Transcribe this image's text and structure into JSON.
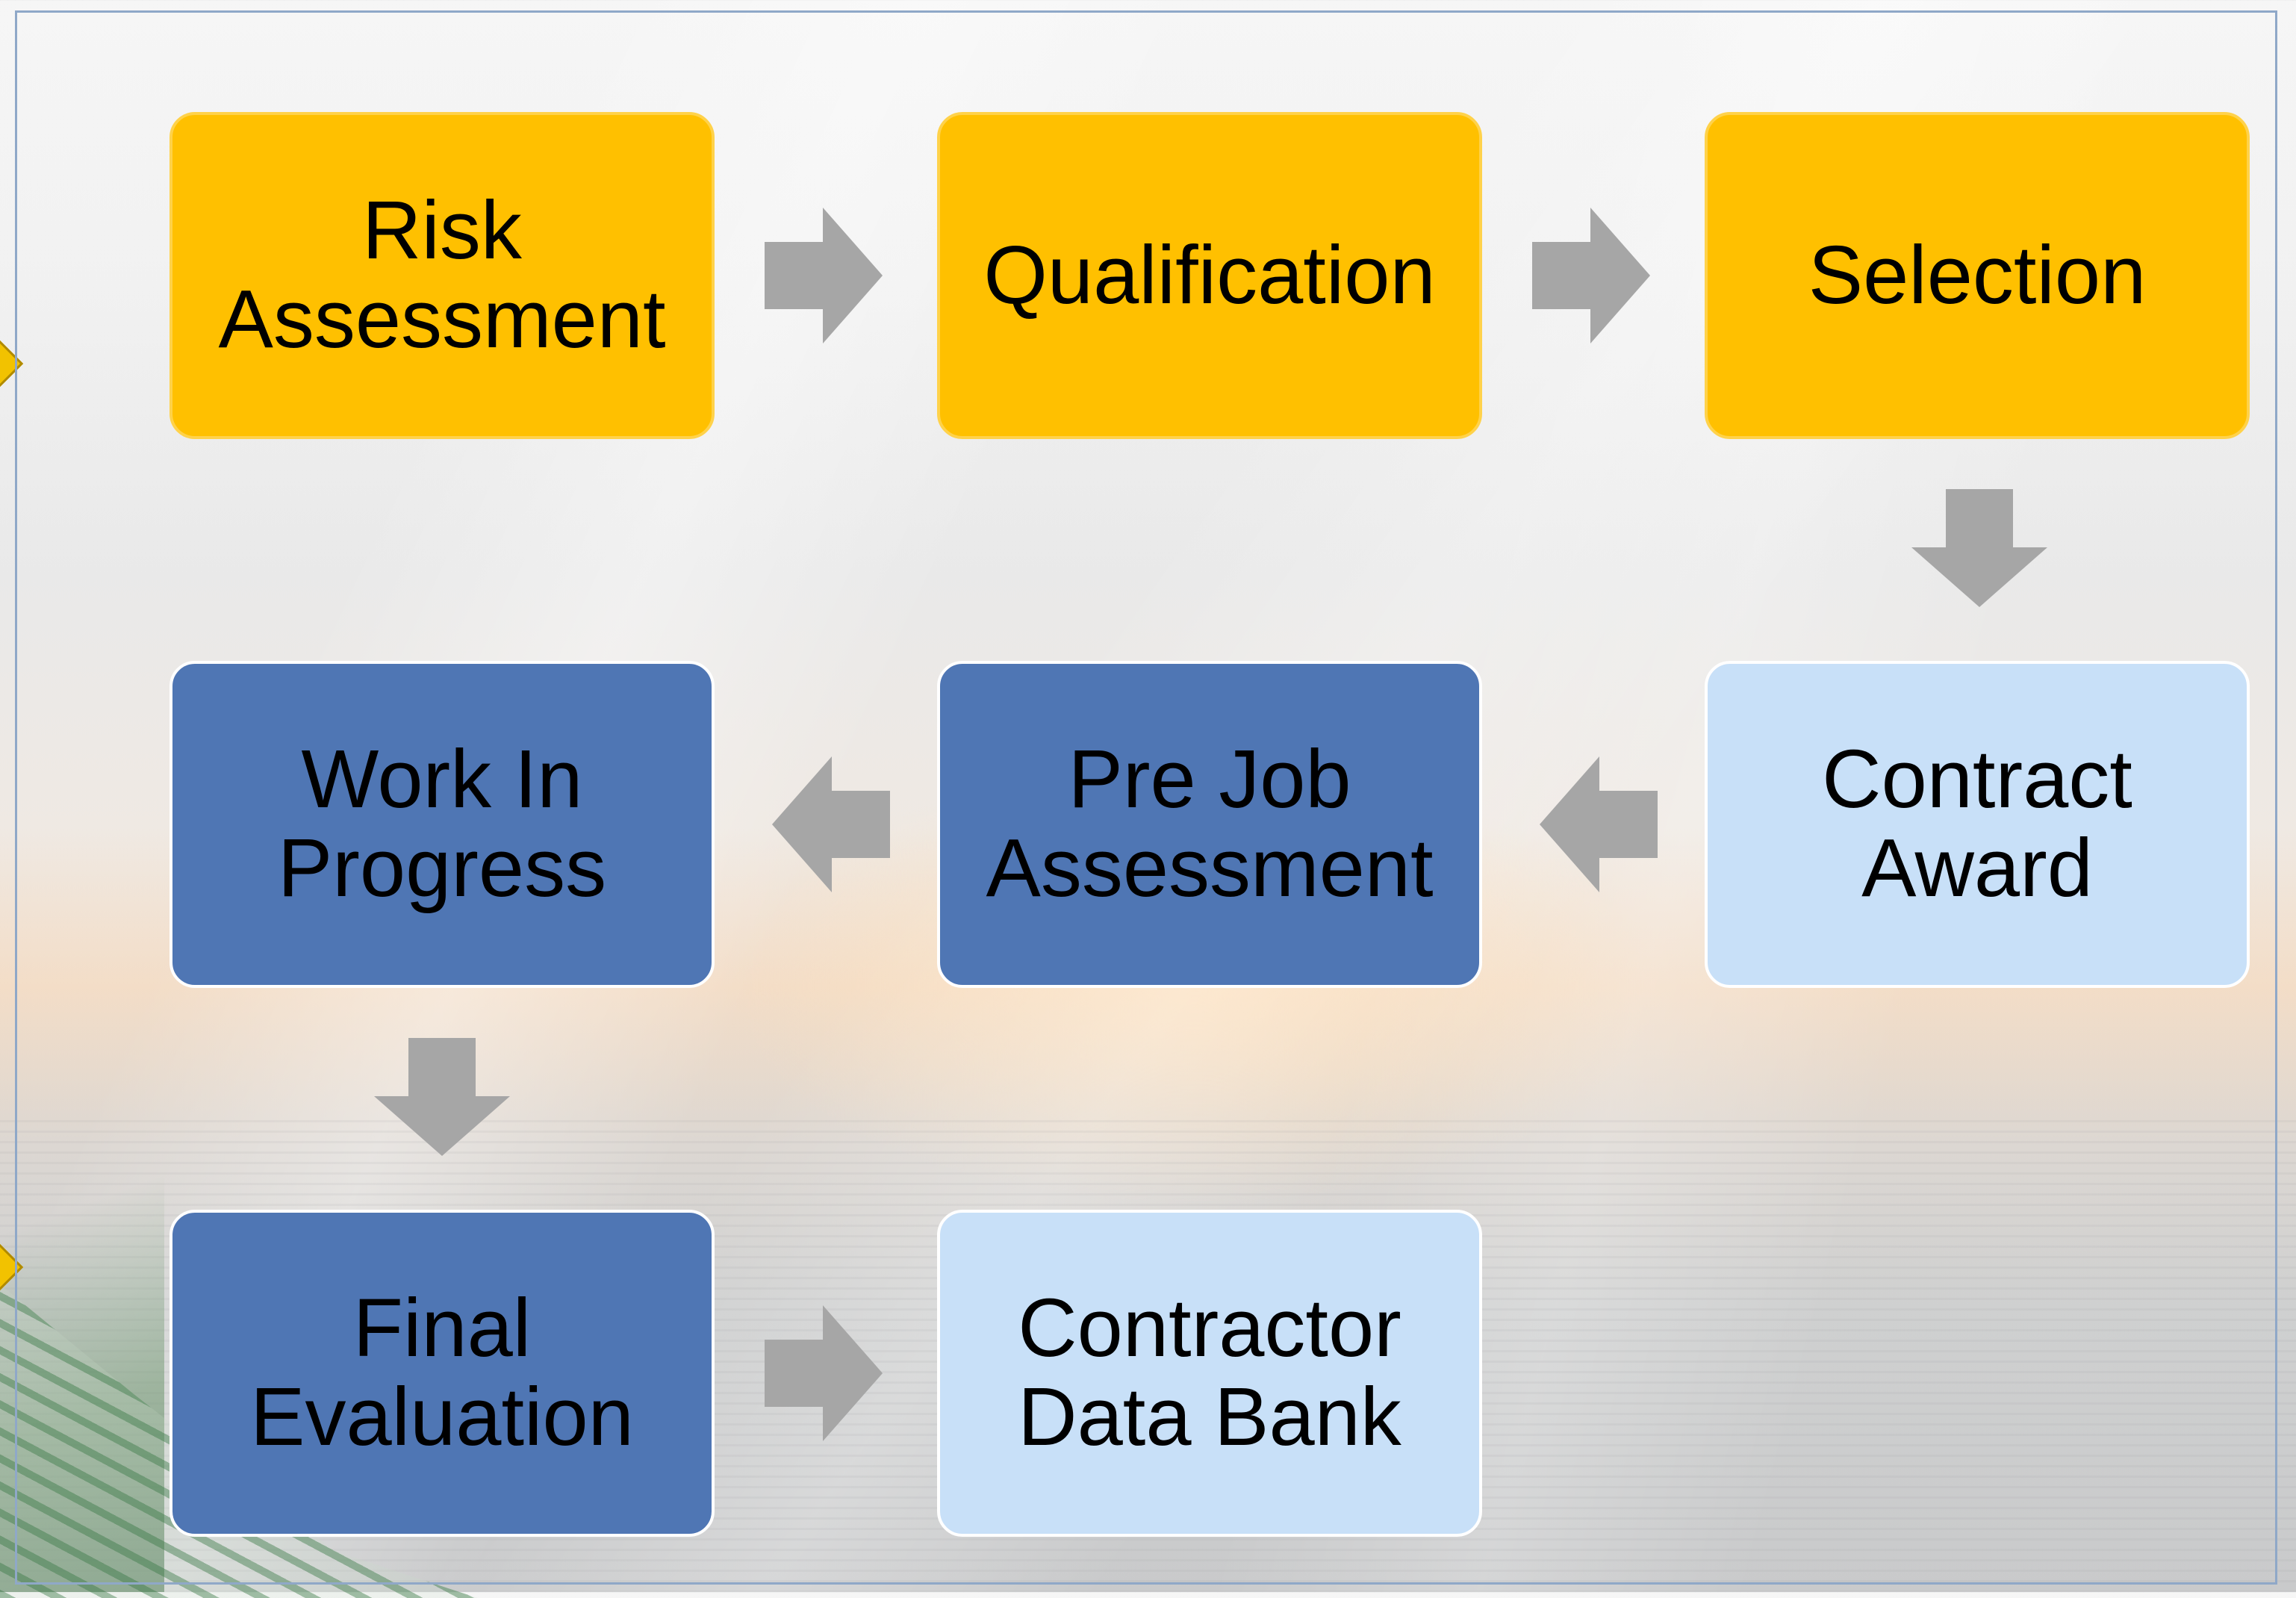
{
  "steps": {
    "risk_assessment": "Risk\nAssessment",
    "qualification": "Qualification",
    "selection": "Selection",
    "contract_award": "Contract\nAward",
    "pre_job_assessment": "Pre Job\nAssessment",
    "work_in_progress": "Work In\nProgress",
    "final_evaluation": "Final\nEvaluation",
    "contractor_data_bank": "Contractor\nData Bank"
  },
  "colors": {
    "yellow": "#ffc000",
    "dark_blue": "#4f76b4",
    "light_blue": "#c8e0f8",
    "arrow_gray": "#a6a6a6"
  },
  "icons": {
    "arrow_right": "arrow-right-icon",
    "arrow_left": "arrow-left-icon",
    "arrow_down": "arrow-down-icon"
  }
}
